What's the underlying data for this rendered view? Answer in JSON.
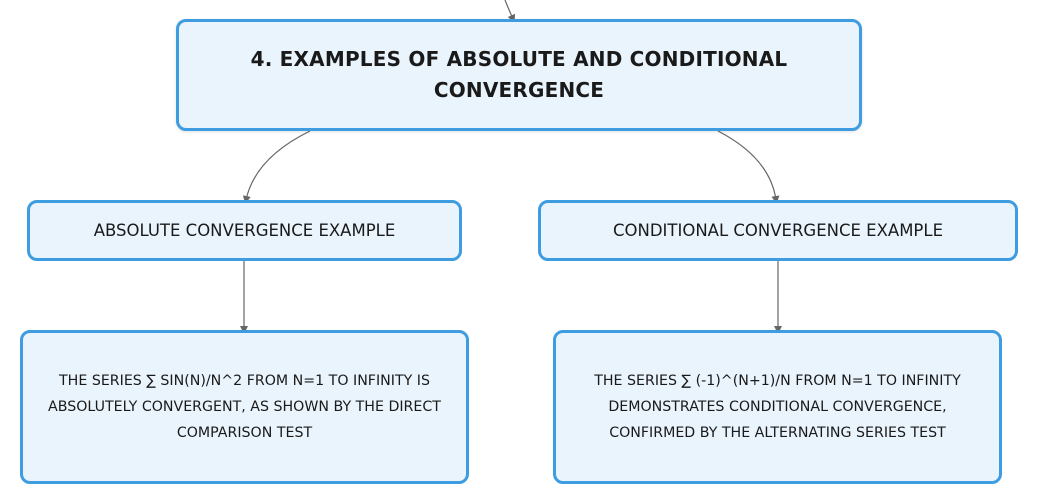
{
  "diagram": {
    "title": "4. EXAMPLES OF ABSOLUTE AND CONDITIONAL CONVERGENCE",
    "branches": [
      {
        "label": "ABSOLUTE CONVERGENCE EXAMPLE",
        "detail": "THE SERIES ∑ SIN(N)/N^2 FROM N=1 TO INFINITY IS ABSOLUTELY CONVERGENT, AS SHOWN BY THE DIRECT COMPARISON TEST"
      },
      {
        "label": "CONDITIONAL CONVERGENCE EXAMPLE",
        "detail": "THE SERIES ∑ (-1)^(N+1)/N FROM N=1 TO INFINITY DEMONSTRATES CONDITIONAL CONVERGENCE, CONFIRMED BY THE ALTERNATING SERIES TEST"
      }
    ]
  },
  "colors": {
    "node_fill": "#eaf4fd",
    "node_border": "#3d9de0",
    "connector": "#666666"
  }
}
